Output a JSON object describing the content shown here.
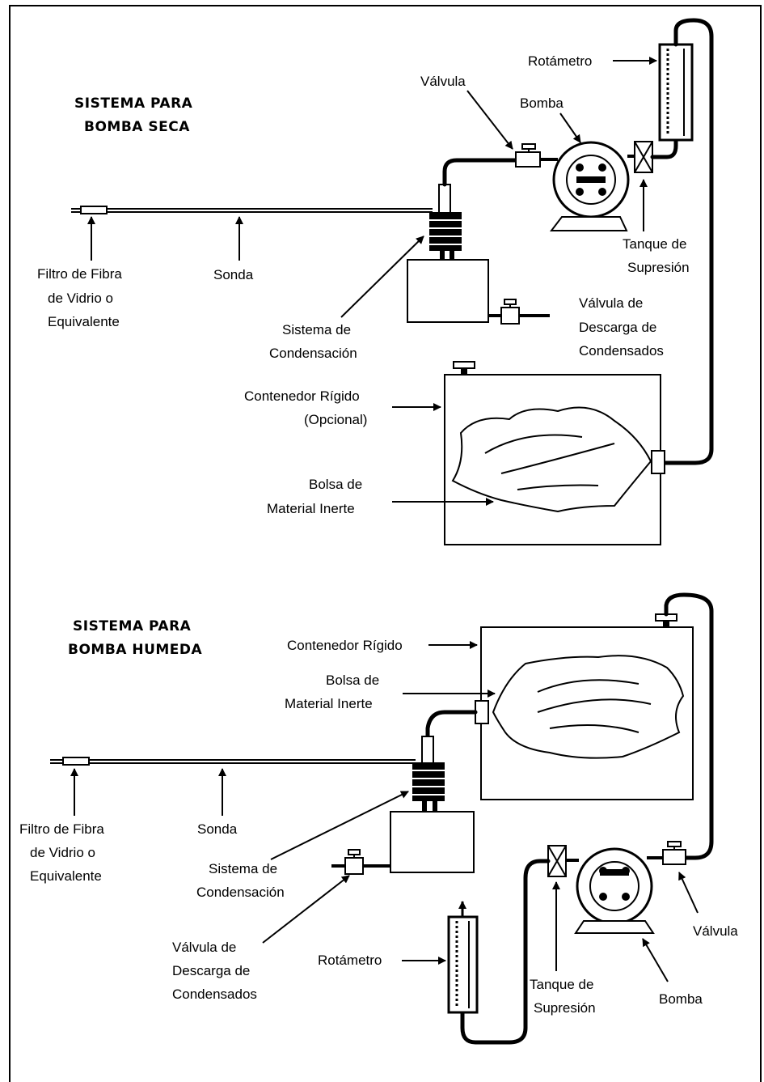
{
  "top": {
    "title_line1": "SISTEMA PARA",
    "title_line2": "BOMBA SECA",
    "labels": {
      "rotametro": "Rotámetro",
      "valvula": "Válvula",
      "bomba": "Bomba",
      "filtro_1": "Filtro de Fibra",
      "filtro_2": "de Vidrio o",
      "filtro_3": "Equivalente",
      "sonda": "Sonda",
      "tanque_1": "Tanque de",
      "tanque_2": "Supresión",
      "condensacion_1": "Sistema de",
      "condensacion_2": "Condensación",
      "descarga_1": "Válvula de",
      "descarga_2": "Descarga de",
      "descarga_3": "Condensados",
      "contenedor_1": "Contenedor Rígido",
      "contenedor_2": "(Opcional)",
      "bolsa_1": "Bolsa de",
      "bolsa_2": "Material Inerte"
    }
  },
  "bottom": {
    "title_line1": "SISTEMA PARA",
    "title_line2": "BOMBA HUMEDA",
    "labels": {
      "contenedor": "Contenedor Rígido",
      "bolsa_1": "Bolsa de",
      "bolsa_2": "Material Inerte",
      "filtro_1": "Filtro de Fibra",
      "filtro_2": "de Vidrio o",
      "filtro_3": "Equivalente",
      "sonda": "Sonda",
      "condensacion_1": "Sistema de",
      "condensacion_2": "Condensación",
      "descarga_1": "Válvula de",
      "descarga_2": "Descarga de",
      "descarga_3": "Condensados",
      "rotametro": "Rotámetro",
      "tanque_1": "Tanque de",
      "tanque_2": "Supresión",
      "valvula": "Válvula",
      "bomba": "Bomba"
    }
  }
}
